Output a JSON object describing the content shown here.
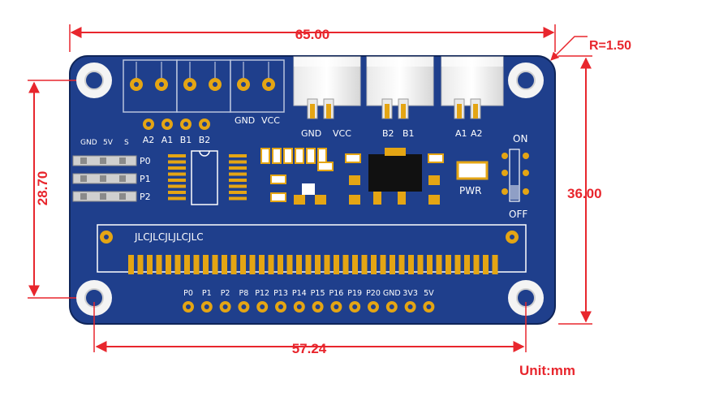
{
  "dimensions": {
    "width_top": "65.00",
    "radius": "R=1.50",
    "height_right": "36.00",
    "height_left": "28.70",
    "width_bottom": "57.24",
    "unit": "Unit:mm"
  },
  "board": {
    "motor_terminal_labels": [
      "A2",
      "A1",
      "B1",
      "B2"
    ],
    "power_terminal_labels": [
      "GND",
      "VCC"
    ],
    "connector_labels": [
      "GND",
      "VCC",
      "B2",
      "B1",
      "A1",
      "A2"
    ],
    "servo_header": {
      "col_labels": [
        "GND",
        "5V",
        "S"
      ],
      "row_labels": [
        "P0",
        "P1",
        "P2"
      ]
    },
    "switch_on": "ON",
    "switch_off": "OFF",
    "power_led": "PWR",
    "silkscreen": "JLCJLCJLJLCJLC",
    "edge_pins": [
      "P0",
      "P1",
      "P2",
      "P8",
      "P12",
      "P13",
      "P14",
      "P15",
      "P16",
      "P19",
      "P20",
      "GND",
      "3V3",
      "5V"
    ]
  },
  "colors": {
    "pcb": "#1f3f8c",
    "dimension": "#e8262d",
    "gold": "#e4a514"
  }
}
